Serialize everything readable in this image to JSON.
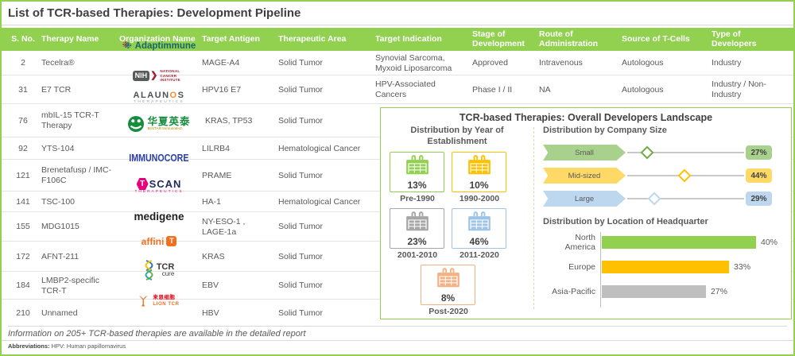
{
  "title": "List of TCR-based Therapies: Development Pipeline",
  "table": {
    "columns": [
      "S. No.",
      "Therapy Name",
      "Organization Name",
      "Target Antigen",
      "Therapeutic Area",
      "Target Indication",
      "Stage of Development",
      "Route of Administration",
      "Source of T-Cells",
      "Type of Developers"
    ],
    "rows": [
      {
        "sno": "2",
        "name": "Tecelra®",
        "antigen": "MAGE-A4",
        "area": "Solid Tumor",
        "indication": "Synovial Sarcoma, Myxoid Liposarcoma",
        "stage": "Approved",
        "route": "Intravenous",
        "source": "Autologous",
        "type": "Industry"
      },
      {
        "sno": "31",
        "name": "E7 TCR",
        "antigen": "HPV16 E7",
        "area": "Solid Tumor",
        "indication": "HPV-Associated Cancers",
        "stage": "Phase I / II",
        "route": "NA",
        "source": "Autologous",
        "type": "Industry / Non-Industry"
      },
      {
        "sno": "76",
        "name": "mbIL-15 TCR-T Therapy",
        "antigen": "KRAS, TP53",
        "area": "Solid Tumor"
      },
      {
        "sno": "92",
        "name": "YTS-104",
        "antigen": "LILRB4",
        "area": "Hematological Cancer"
      },
      {
        "sno": "121",
        "name": "Brenetafusp / IMC-F106C",
        "antigen": "PRAME",
        "area": "Solid Tumor"
      },
      {
        "sno": "141",
        "name": "TSC-100",
        "antigen": "HA-1",
        "area": "Hematological Cancer"
      },
      {
        "sno": "155",
        "name": "MDG1015",
        "antigen": "NY-ESO-1 , LAGE-1a",
        "area": "Solid Tumor"
      },
      {
        "sno": "172",
        "name": "AFNT-211",
        "antigen": "KRAS",
        "area": "Solid Tumor"
      },
      {
        "sno": "184",
        "name": "LMBP2-specific TCR-T",
        "antigen": "EBV",
        "area": "Solid Tumor"
      },
      {
        "sno": "210",
        "name": "Unnamed",
        "antigen": "HBV",
        "area": "Solid Tumor"
      }
    ]
  },
  "logos": {
    "adaptimmune": "Adaptimmune",
    "nih_badge": "NIH",
    "nih_text": "NATIONAL CANCER INSTITUTE",
    "alaunos_p1": "ALAUN",
    "alaunos_p2": "O",
    "alaunos_p3": "S",
    "alaunos_sub": "THERAPEUTICS",
    "bristar_cn": "华夏英泰",
    "bristar_sub": "BriSTAR Immunotech",
    "immunocore": "IMMUNOCORE",
    "tscan_t": "T",
    "tscan_scan": "SCAN",
    "tscan_sub": "THERAPEUTICS",
    "medigene": "medigene",
    "affini": "affini",
    "affini_t": "T",
    "tcrcure_tcr": "TCR",
    "tcrcure_cure": "cure",
    "lion_cn": "来恩细胞",
    "lion_en": "LION TCR"
  },
  "panel": {
    "title": "TCR-based Therapies: Overall Developers Landscape",
    "year": {
      "heading": "Distribution by Year of Establishment",
      "items": [
        {
          "pct": "13%",
          "label": "Pre-1990"
        },
        {
          "pct": "10%",
          "label": "1990-2000"
        },
        {
          "pct": "23%",
          "label": "2001-2010"
        },
        {
          "pct": "46%",
          "label": "2011-2020"
        },
        {
          "pct": "8%",
          "label": "Post-2020"
        }
      ]
    },
    "size": {
      "heading": "Distribution by Company Size",
      "items": [
        {
          "label": "Small",
          "pct": "27%"
        },
        {
          "label": "Mid-sized",
          "pct": "44%"
        },
        {
          "label": "Large",
          "pct": "29%"
        }
      ]
    },
    "hq": {
      "heading": "Distribution by Location of Headquarter",
      "items": [
        {
          "label": "North America",
          "value": 40,
          "pct": "40%"
        },
        {
          "label": "Europe",
          "value": 33,
          "pct": "33%"
        },
        {
          "label": "Asia-Pacific",
          "value": 27,
          "pct": "27%"
        }
      ]
    }
  },
  "footnote": "Information on 205+ TCR-based therapies are available in the detailed report",
  "abbreviations_label": "Abbreviations:",
  "abbreviations_text": " HPV: Human papillomavirus",
  "colors": {
    "accent_green": "#92d050",
    "amber": "#ffc000",
    "gray": "#a6a6a6",
    "light_blue": "#9dc3e6",
    "peach": "#f4b183",
    "banner_green": "#a9d18e",
    "banner_yellow": "#ffd966",
    "banner_blue": "#bdd7ee",
    "bar_gray": "#bfbfbf",
    "text_dark": "#404040",
    "text_gray": "#595959"
  },
  "chart_data": [
    {
      "type": "pictogram",
      "title": "Distribution by Year of Establishment",
      "categories": [
        "Pre-1990",
        "1990-2000",
        "2001-2010",
        "2011-2020",
        "Post-2020"
      ],
      "values": [
        13,
        10,
        23,
        46,
        8
      ],
      "unit": "%",
      "icon": "calendar"
    },
    {
      "type": "bar",
      "title": "Distribution by Company Size",
      "categories": [
        "Small",
        "Mid-sized",
        "Large"
      ],
      "values": [
        27,
        44,
        29
      ],
      "unit": "%",
      "orientation": "horizontal",
      "style": "banner-with-diamond-marker"
    },
    {
      "type": "bar",
      "title": "Distribution by Location of Headquarter",
      "categories": [
        "North America",
        "Europe",
        "Asia-Pacific"
      ],
      "values": [
        40,
        33,
        27
      ],
      "unit": "%",
      "orientation": "horizontal",
      "xlim": [
        0,
        45
      ],
      "grid": false,
      "legend": false
    }
  ]
}
